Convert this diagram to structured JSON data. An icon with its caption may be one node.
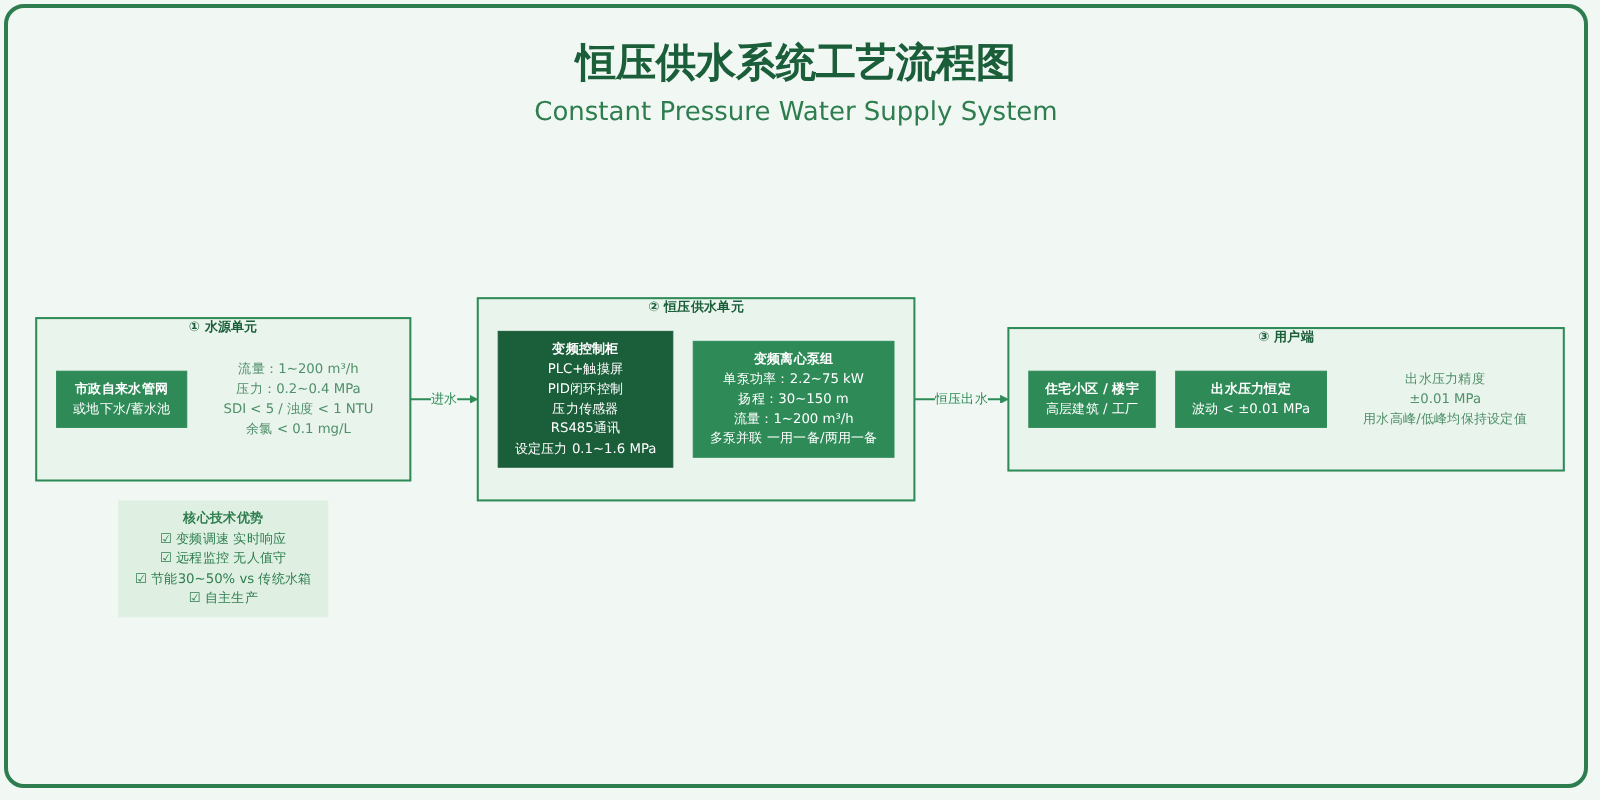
{
  "diagram": {
    "title": "恒压供水系统工艺流程图",
    "nodes": [
      {
        "text": [
          "① 水源单元",
          "流量：1~200 m³/h",
          "压力：0.2~0.4 MPa",
          "SDI < 5 / 浊度 < 1 NTU",
          "余氯 < 0.1 mg/L"
        ]
      },
      {
        "text": [
          "市政自来水管网",
          "或地下水/蓄水池"
        ],
        "in": 0
      },
      {
        "text": [
          "② 恒压供水单元"
        ]
      },
      {
        "text": [
          "变频控制柜",
          "PLC+触摸屏",
          "PID闭环控制",
          "压力传感器",
          "RS485通讯",
          "设定压力 0.1~1.6 MPa"
        ],
        "in": 2
      },
      {
        "text": [
          "变频离心泵组",
          "单泵功率：2.2~75 kW",
          "扬程：30~150 m",
          "流量：1~200 m³/h",
          "多泵并联 一用一备/两用一备"
        ],
        "in": 2
      },
      {
        "text": [
          "③ 用户端",
          "出水压力精度",
          "±0.01 MPa",
          "用水高峰/低峰均保持设定值"
        ]
      },
      {
        "text": [
          "住宅小区 / 楼宇",
          "高层建筑 / 工厂"
        ],
        "in": 5
      },
      {
        "text": [
          "出水压力恒定",
          "波动 < ±0.01 MPa"
        ],
        "in": 5
      },
      {
        "text": [
          "核心技术优势",
          "☑ 变频调速 实时响应",
          "☑ 远程监控 无人值守",
          "☑ 节能30~50% vs 传统水箱",
          "☑ 自主生产"
        ]
      }
    ],
    "edges": [
      {
        "from": 0,
        "to": 2,
        "arrow": "to",
        "label": "进水"
      },
      {
        "from": 2,
        "to": 5,
        "arrow": "to",
        "label": "恒压出水"
      }
    ],
    "labels": [
      "Constant Pressure Water Supply System"
    ]
  }
}
